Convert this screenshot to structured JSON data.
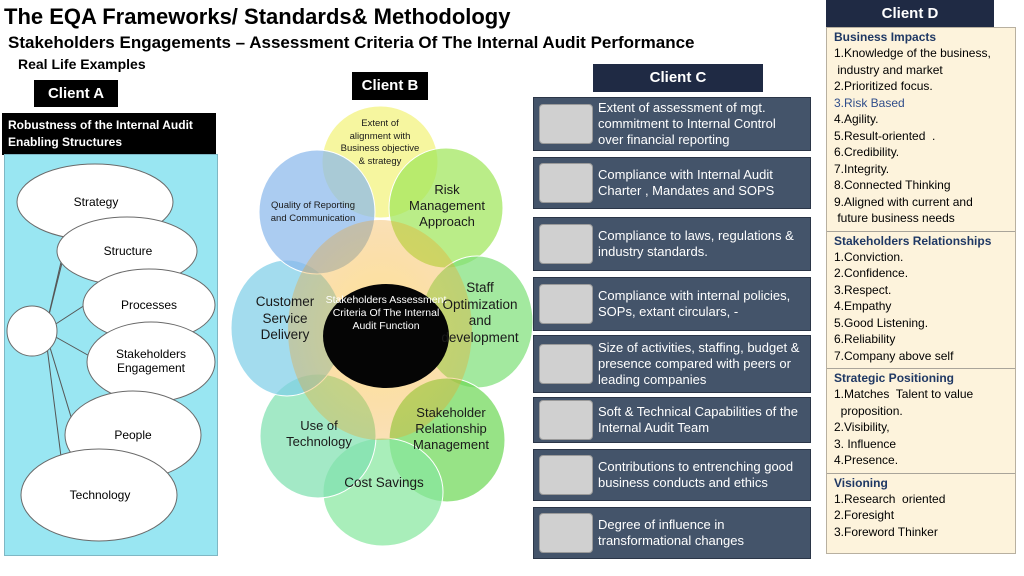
{
  "title": "The EQA Frameworks/ Standards&  Methodology",
  "subtitle": "Stakeholders Engagements – Assessment Criteria Of The Internal Audit Performance",
  "subsubtitle": "Real Life Examples",
  "client_a": {
    "label": "Client A",
    "header": "Robustness of the Internal Audit Enabling Structures",
    "items": [
      "Strategy",
      "Structure",
      "Processes",
      "Stakeholders Engagement",
      "People",
      "Technology"
    ]
  },
  "client_b": {
    "label": "Client B",
    "center": "Stakeholders Assessment Criteria Of The Internal Audit Function",
    "petals": [
      {
        "label": "Extent of alignment with Business objective & strategy",
        "color": "#f2f27a"
      },
      {
        "label": "Risk Management Approach",
        "color": "#9fe65a"
      },
      {
        "label": "Staff Optimization and development",
        "color": "#7fe07a"
      },
      {
        "label": "Stakeholder Relationship Management",
        "color": "#6fd858"
      },
      {
        "label": "Cost Savings",
        "color": "#88e8a0"
      },
      {
        "label": "Use of Technology",
        "color": "#80e0b0"
      },
      {
        "label": "Customer Service Delivery",
        "color": "#7fcfe8"
      },
      {
        "label": "Quality of Reporting and Communication",
        "color": "#8ab8ec"
      }
    ],
    "center_color": "#f5c030"
  },
  "client_c": {
    "label": "Client C",
    "items": [
      "Extent of  assessment of  mgt. commitment to Internal Control over financial reporting",
      "Compliance with Internal Audit Charter , Mandates and SOPS",
      "Compliance to laws, regulations & industry standards.",
      "Compliance with internal  policies, SOPs, extant circulars,  -",
      "Size of activities, staffing, budget & presence compared with peers or  leading companies",
      "Soft & Technical Capabilities of the Internal Audit Team",
      "Contributions to entrenching good business conducts and ethics",
      "Degree of influence in transformational changes"
    ]
  },
  "client_d": {
    "label": "Client D",
    "sections": [
      {
        "heading": "Business Impacts",
        "items": [
          "1.Knowledge of the business,",
          " industry and market",
          "2.Prioritized focus.",
          "3.Risk Based",
          "4.Agility.",
          "5.Result-oriented  .",
          "6.Credibility.",
          "7.Integrity.",
          "8.Connected Thinking",
          "9.Aligned with current and",
          " future business needs"
        ]
      },
      {
        "heading": "Stakeholders Relationships",
        "items": [
          "1.Conviction.",
          "2.Confidence.",
          "3.Respect.",
          "4.Empathy",
          "5.Good Listening.",
          "6.Reliability",
          "7.Company above self"
        ]
      },
      {
        "heading": "Strategic Positioning",
        "items": [
          "1.Matches  Talent to value",
          "  proposition.",
          "2.Visibility,",
          "3. Influence",
          "4.Presence."
        ]
      },
      {
        "heading": "Visioning",
        "items": [
          "1.Research  oriented",
          "2.Foresight",
          "3.Foreword Thinker"
        ]
      }
    ]
  }
}
